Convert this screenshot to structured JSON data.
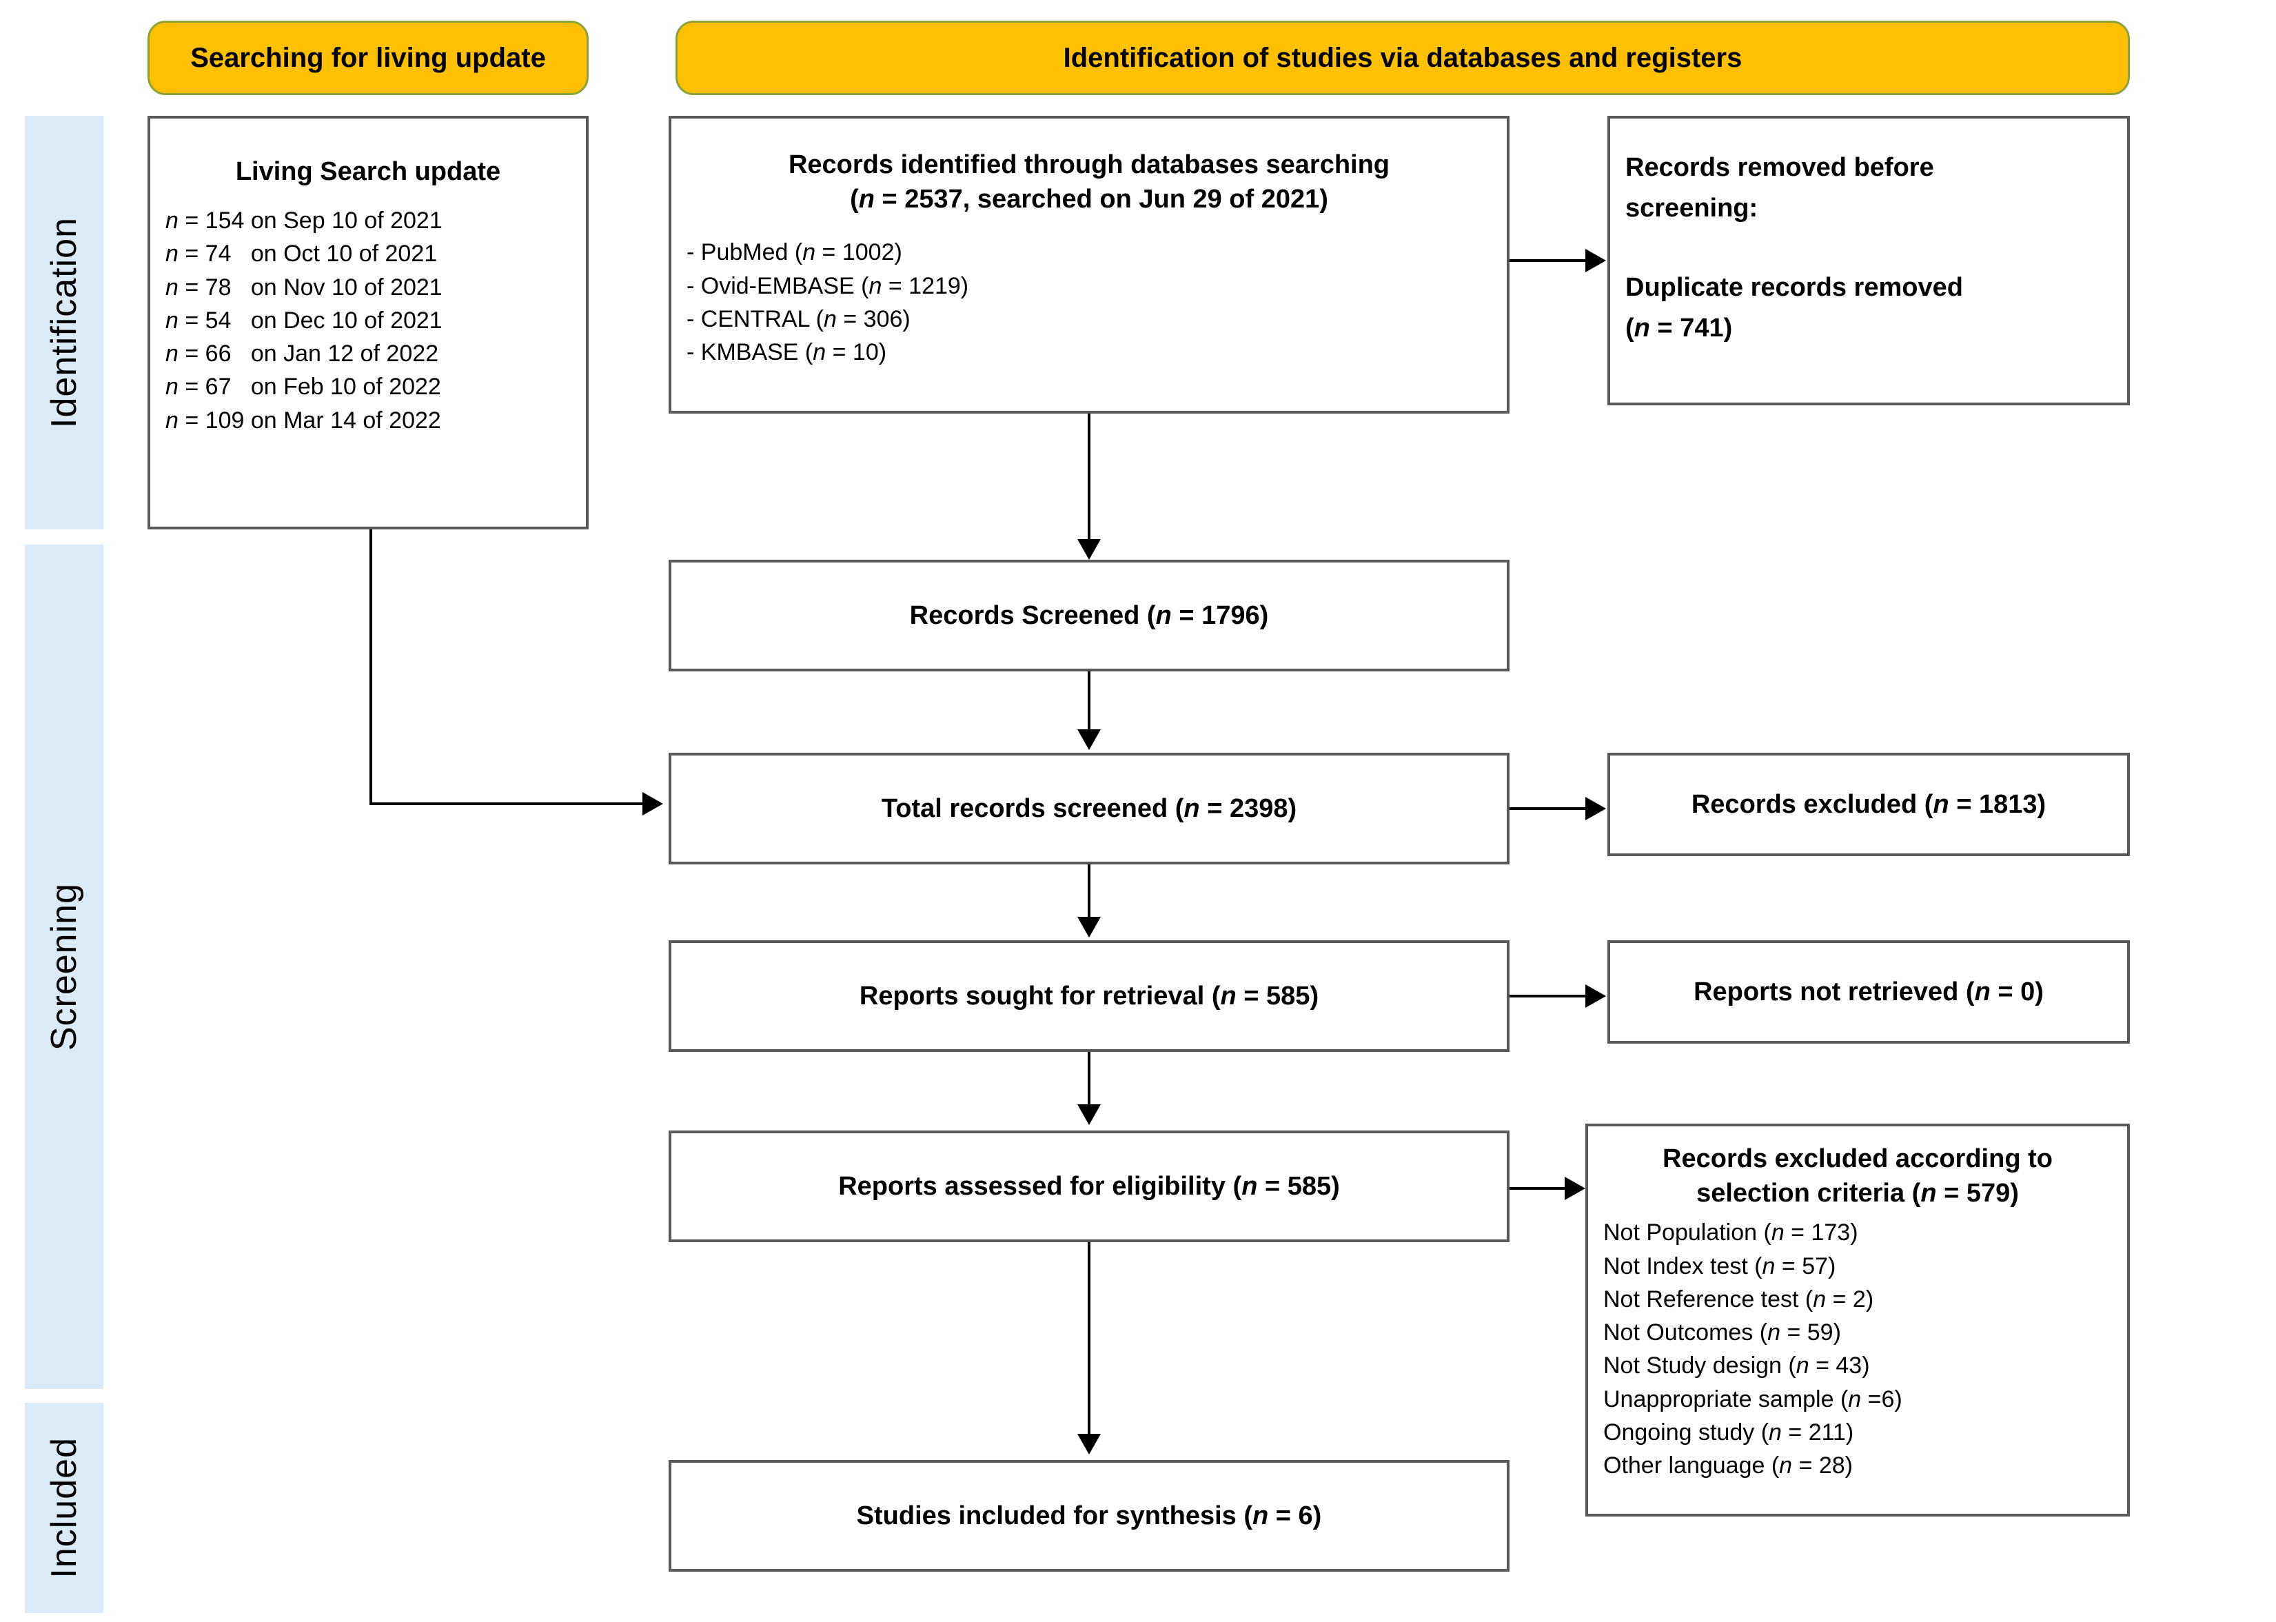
{
  "banners": {
    "living_update": "Searching for living update",
    "identification": "Identification of studies via databases and registers"
  },
  "stages": {
    "identification": "Identification",
    "screening": "Screening",
    "included": "Included"
  },
  "living_search": {
    "title": "Living Search update",
    "entries": [
      "n = 154 on Sep 10 of 2021",
      "n = 74   on Oct 10 of 2021",
      "n = 78   on Nov 10 of 2021",
      "n = 54   on Dec 10 of 2021",
      "n = 66   on Jan 12 of 2022",
      "n = 67   on Feb 10 of 2022",
      "n = 109 on Mar 14 of 2022"
    ]
  },
  "records_identified": {
    "title_line1": "Records identified through databases searching",
    "title_line2": "(n = 2537, searched on Jun 29 of 2021)",
    "sources": [
      "- PubMed (n = 1002)",
      "- Ovid-EMBASE (n = 1219)",
      "- CENTRAL (n = 306)",
      "- KMBASE (n = 10)"
    ]
  },
  "removed_before_screening": {
    "line1": "Records removed before",
    "line2": "screening:",
    "line3": "Duplicate records removed",
    "line4": "(n = 741)"
  },
  "records_screened": {
    "label": "Records Screened (n = 1796)"
  },
  "total_records_screened": {
    "label": "Total records screened (n = 2398)"
  },
  "records_excluded": {
    "label": "Records excluded (n = 1813)"
  },
  "reports_sought": {
    "label": "Reports sought for retrieval (n = 585)"
  },
  "reports_not_retrieved": {
    "label": "Reports not retrieved (n = 0)"
  },
  "reports_assessed": {
    "label": "Reports assessed for eligibility (n = 585)"
  },
  "excluded_criteria": {
    "title_line1": "Records excluded according to",
    "title_line2": "selection criteria (n = 579)",
    "reasons": [
      "Not Population (n = 173)",
      "Not Index test (n = 57)",
      "Not Reference test (n = 2)",
      "Not Outcomes (n = 59)",
      "Not Study design (n = 43)",
      "Unappropriate sample (n =6)",
      "Ongoing study (n = 211)",
      "Other language (n = 28)"
    ]
  },
  "studies_included": {
    "label": "Studies included for synthesis (n = 6)"
  },
  "colors": {
    "banner_fill": "#FFC000",
    "banner_border": "#8aa33a",
    "stage_fill": "#DBEAF7",
    "box_border": "#595959",
    "connector": "#000000"
  }
}
